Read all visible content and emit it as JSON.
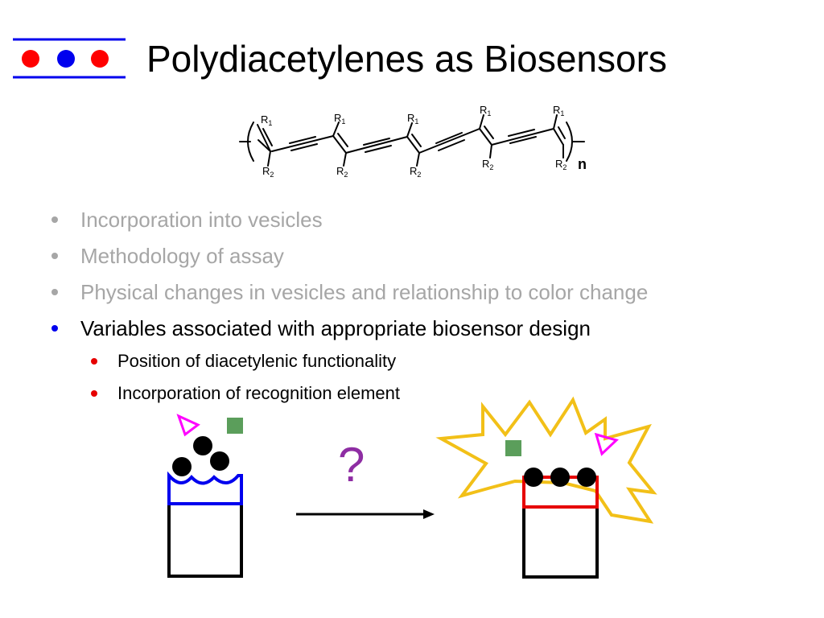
{
  "title": "Polydiacetylenes as Biosensors",
  "logo": {
    "dots": [
      "#ff0000",
      "#0000ee",
      "#ff0000"
    ],
    "lines": [
      "#0000ee",
      "#0000ee"
    ]
  },
  "formula": {
    "r1": [
      "R",
      "R",
      "R",
      "R",
      "R"
    ],
    "r1_sub": [
      "1",
      "1",
      "1",
      "1",
      "1"
    ],
    "r2": [
      "R",
      "R",
      "R",
      "R",
      "R"
    ],
    "r2_sub": [
      "2",
      "2",
      "2",
      "2",
      "2"
    ],
    "repeat": "n"
  },
  "bullets": [
    {
      "text": "Incorporation into vesicles",
      "state": "dim"
    },
    {
      "text": "Methodology of assay",
      "state": "dim"
    },
    {
      "text": "Physical changes in vesicles and relationship to color change",
      "state": "dim"
    },
    {
      "text": "Variables associated with appropriate biosensor design",
      "state": "active"
    }
  ],
  "sub_bullets": [
    {
      "text": "Position of diacetylenic functionality"
    },
    {
      "text": "Incorporation of recognition element"
    }
  ],
  "diagram": {
    "question": "?",
    "colors": {
      "vesicle_blue": "#0000ee",
      "vesicle_red": "#e60000",
      "triangle": "#ff00ff",
      "square": "#5b9e5b",
      "burst": "#f2c018",
      "question": "#8e2da3"
    }
  }
}
